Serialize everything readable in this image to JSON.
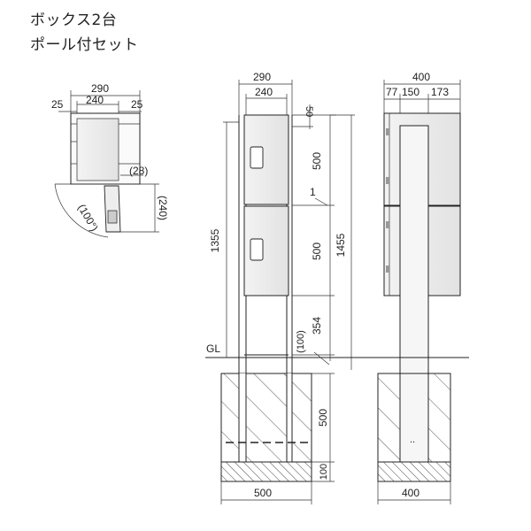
{
  "title": {
    "line1": "ボックス2台",
    "line2": "ポール付セット"
  },
  "top_view": {
    "overall": "290",
    "inner": "240",
    "left_margin": "25",
    "right_margin": "25",
    "door_depth": "(28)",
    "door_width": "(240)",
    "door_angle": "(100°)"
  },
  "front_view": {
    "width_outer": "290",
    "width_inner": "240",
    "top_gap": "50",
    "box1_height": "500",
    "box_gap": "1",
    "box2_height": "500",
    "below_box": "354",
    "ground_offset": "(100)",
    "pole_height": "1355",
    "total_height": "1455",
    "ground_label": "GL",
    "foundation_depth": "500",
    "base_depth": "100",
    "foundation_width": "500"
  },
  "side_view": {
    "width_total": "400",
    "seg1": "77",
    "seg2": "150",
    "seg3": "173",
    "foundation_width": "400",
    "marker": ".."
  }
}
